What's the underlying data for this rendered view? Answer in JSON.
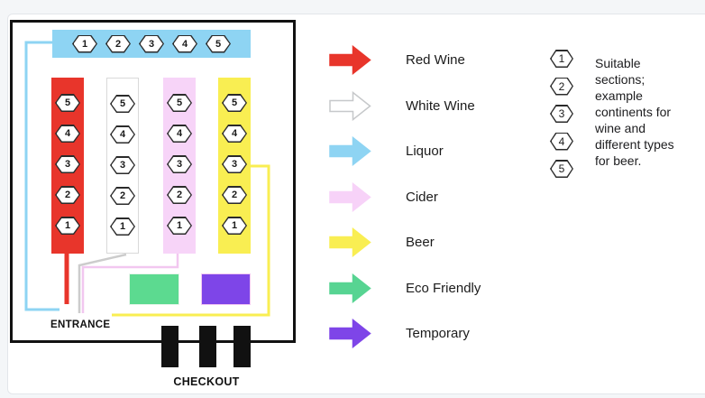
{
  "map": {
    "entrance_label": "ENTRANCE",
    "checkout_label": "CHECKOUT",
    "top_bar_numbers": [
      "1",
      "2",
      "3",
      "4",
      "5"
    ],
    "aisle_numbers": [
      "5",
      "4",
      "3",
      "2",
      "1"
    ],
    "aisles": [
      {
        "name": "red-wine",
        "color": "#e8352b"
      },
      {
        "name": "white-wine",
        "color": "#ffffff"
      },
      {
        "name": "cider",
        "color": "#f7d4f8"
      },
      {
        "name": "beer",
        "color": "#f9ee52"
      }
    ],
    "boxes": [
      {
        "name": "eco-friendly",
        "color": "#5cda90"
      },
      {
        "name": "temporary",
        "color": "#7e45e8"
      }
    ],
    "colors": {
      "liquor_bar": "#8ed4f3",
      "path_blue": "#8ed4f3",
      "path_red": "#e8352b",
      "path_gray": "#cccccc",
      "path_pink": "#f2c7f0",
      "path_yellow": "#f9ee52"
    }
  },
  "legend": {
    "items": [
      {
        "label": "Red Wine",
        "fill": "#e8352b",
        "edge": "#e8352b"
      },
      {
        "label": "White Wine",
        "fill": "#ffffff",
        "edge": "#c6c8ca"
      },
      {
        "label": "Liquor",
        "fill": "#8ed4f3",
        "edge": "#8ed4f3"
      },
      {
        "label": "Cider",
        "fill": "#f7d2f8",
        "edge": "#f7d2f8"
      },
      {
        "label": "Beer",
        "fill": "#f9ee52",
        "edge": "#f9ee52"
      },
      {
        "label": "Eco Friendly",
        "fill": "#57d492",
        "edge": "#57d492"
      },
      {
        "label": "Temporary",
        "fill": "#7e45e8",
        "edge": "#7e45e8"
      }
    ]
  },
  "notes": {
    "numbers": [
      "1",
      "2",
      "3",
      "4",
      "5"
    ],
    "text": "Suitable sections; example continents for wine and different types for beer."
  }
}
